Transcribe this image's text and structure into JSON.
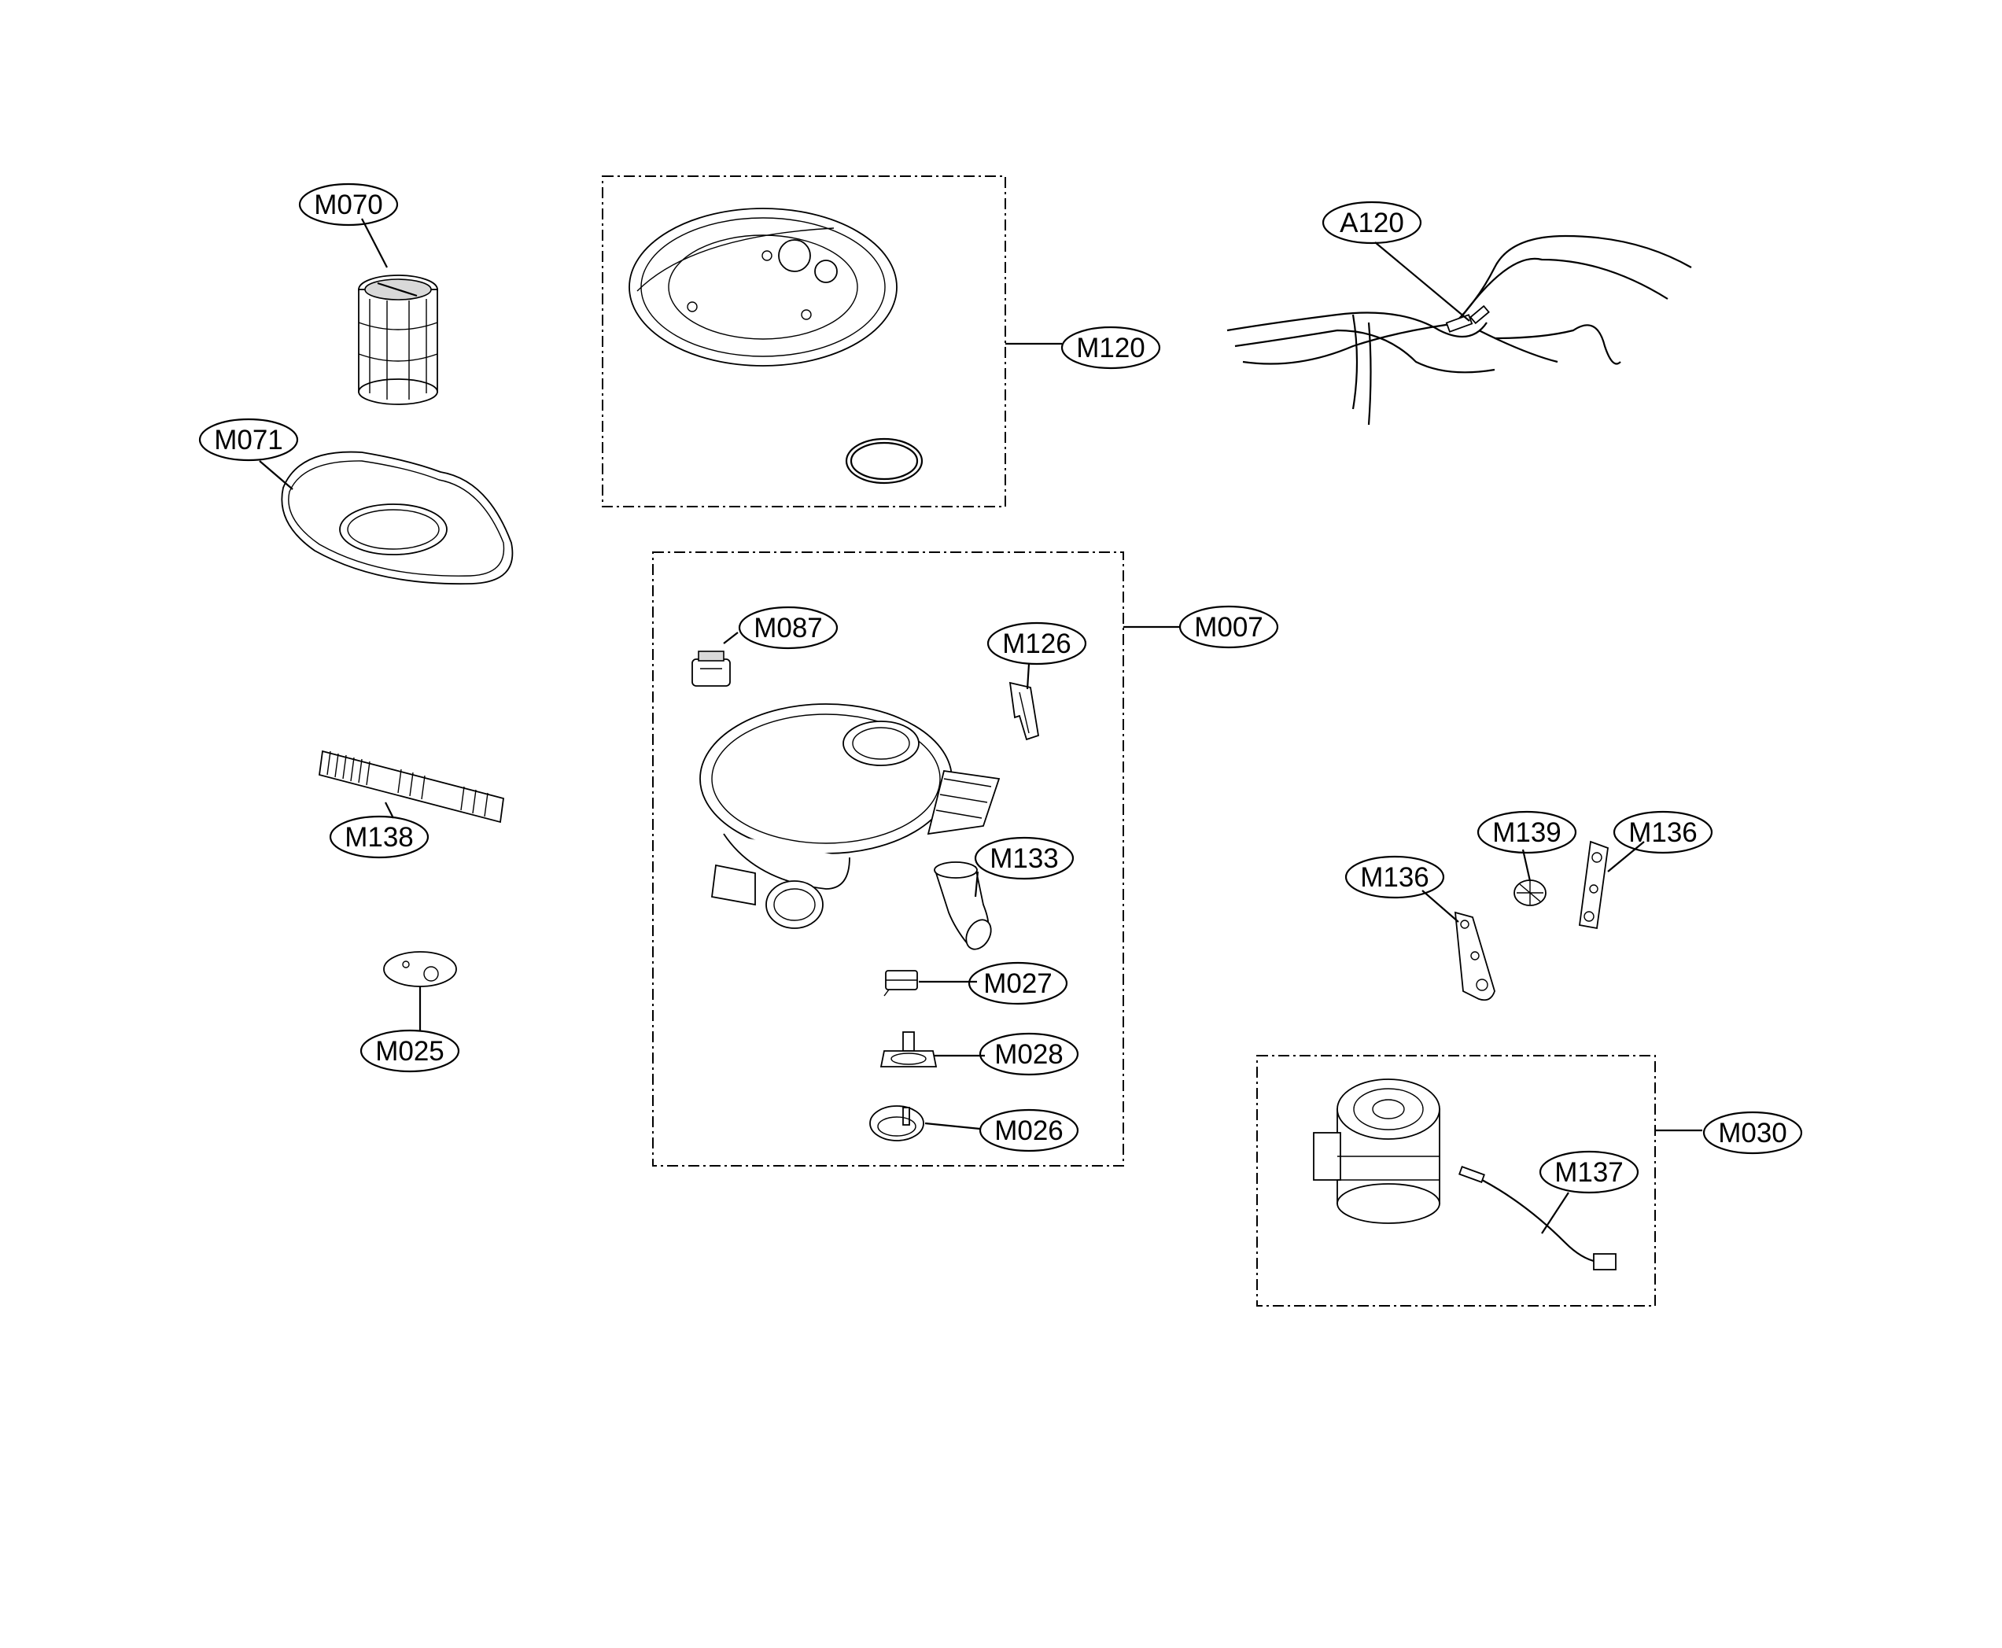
{
  "labels": {
    "m070": "M070",
    "m071": "M071",
    "m138": "M138",
    "m025": "M025",
    "m120": "M120",
    "a120": "A120",
    "m087": "M087",
    "m126": "M126",
    "m007": "M007",
    "m133": "M133",
    "m027": "M027",
    "m028": "M028",
    "m026": "M026",
    "m139": "M139",
    "m136_left": "M136",
    "m136_right": "M136",
    "m137": "M137",
    "m030": "M030"
  }
}
